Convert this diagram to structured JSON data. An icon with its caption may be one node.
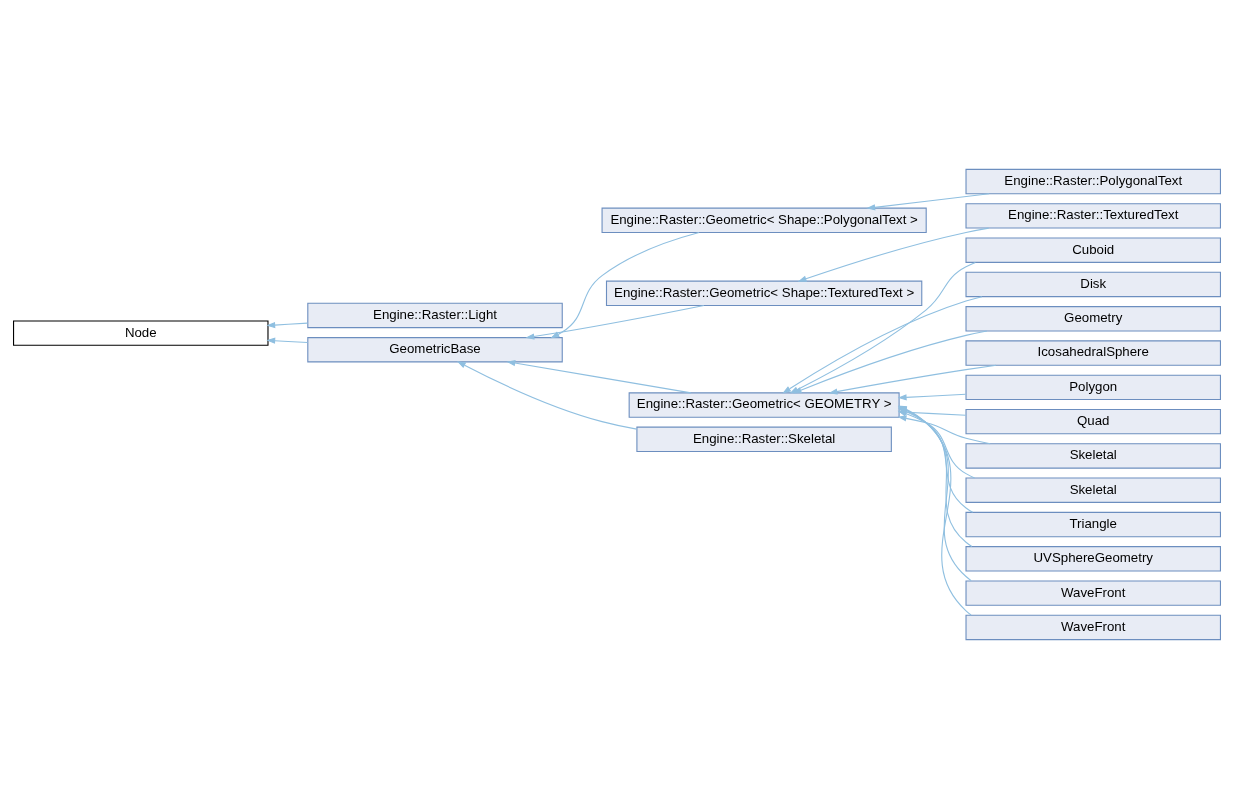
{
  "diagram": {
    "nodes": [
      {
        "text": [
          "Node"
        ]
      },
      {
        "text": [
          "Engine::Raster::Light"
        ]
      },
      {
        "text": [
          "GeometricBase"
        ]
      },
      {
        "text": [
          "Engine::Raster::Geometric< Shape::PolygonalText >"
        ]
      },
      {
        "text": [
          "Engine::Raster::Geometric< Shape::TexturedText >"
        ]
      },
      {
        "text": [
          "Engine::Raster::Geometric< GEOMETRY >"
        ]
      },
      {
        "text": [
          "Engine::Raster::Skeletal"
        ]
      },
      {
        "text": [
          "Engine::Raster::PolygonalText"
        ]
      },
      {
        "text": [
          "Engine::Raster::TexturedText"
        ]
      },
      {
        "text": [
          "Cuboid"
        ]
      },
      {
        "text": [
          "Disk"
        ]
      },
      {
        "text": [
          "Geometry"
        ]
      },
      {
        "text": [
          "IcosahedralSphere"
        ]
      },
      {
        "text": [
          "Polygon"
        ]
      },
      {
        "text": [
          "Quad"
        ]
      },
      {
        "text": [
          "Skeletal"
        ]
      },
      {
        "text": [
          "Skeletal"
        ]
      },
      {
        "text": [
          "Triangle"
        ]
      },
      {
        "text": [
          "UVSphereGeometry"
        ]
      },
      {
        "text": [
          "WaveFront"
        ]
      },
      {
        "text": [
          "WaveFront"
        ]
      }
    ],
    "edges": [
      {
        "from": 1,
        "to": 0,
        "arrow": "to"
      },
      {
        "from": 2,
        "to": 0,
        "arrow": "to"
      },
      {
        "from": 3,
        "to": 2,
        "arrow": "to"
      },
      {
        "from": 4,
        "to": 2,
        "arrow": "to"
      },
      {
        "from": 5,
        "to": 2,
        "arrow": "to"
      },
      {
        "from": 6,
        "to": 2,
        "arrow": "to"
      },
      {
        "from": 7,
        "to": 3,
        "arrow": "to"
      },
      {
        "from": 8,
        "to": 4,
        "arrow": "to"
      },
      {
        "from": 9,
        "to": 5,
        "arrow": "to"
      },
      {
        "from": 10,
        "to": 5,
        "arrow": "to"
      },
      {
        "from": 11,
        "to": 5,
        "arrow": "to"
      },
      {
        "from": 12,
        "to": 5,
        "arrow": "to"
      },
      {
        "from": 13,
        "to": 5,
        "arrow": "to"
      },
      {
        "from": 14,
        "to": 5,
        "arrow": "to"
      },
      {
        "from": 15,
        "to": 5,
        "arrow": "to"
      },
      {
        "from": 16,
        "to": 5,
        "arrow": "to"
      },
      {
        "from": 17,
        "to": 5,
        "arrow": "to"
      },
      {
        "from": 18,
        "to": 5,
        "arrow": "to"
      },
      {
        "from": 19,
        "to": 5,
        "arrow": "to"
      },
      {
        "from": 20,
        "to": 5,
        "arrow": "to"
      }
    ]
  }
}
